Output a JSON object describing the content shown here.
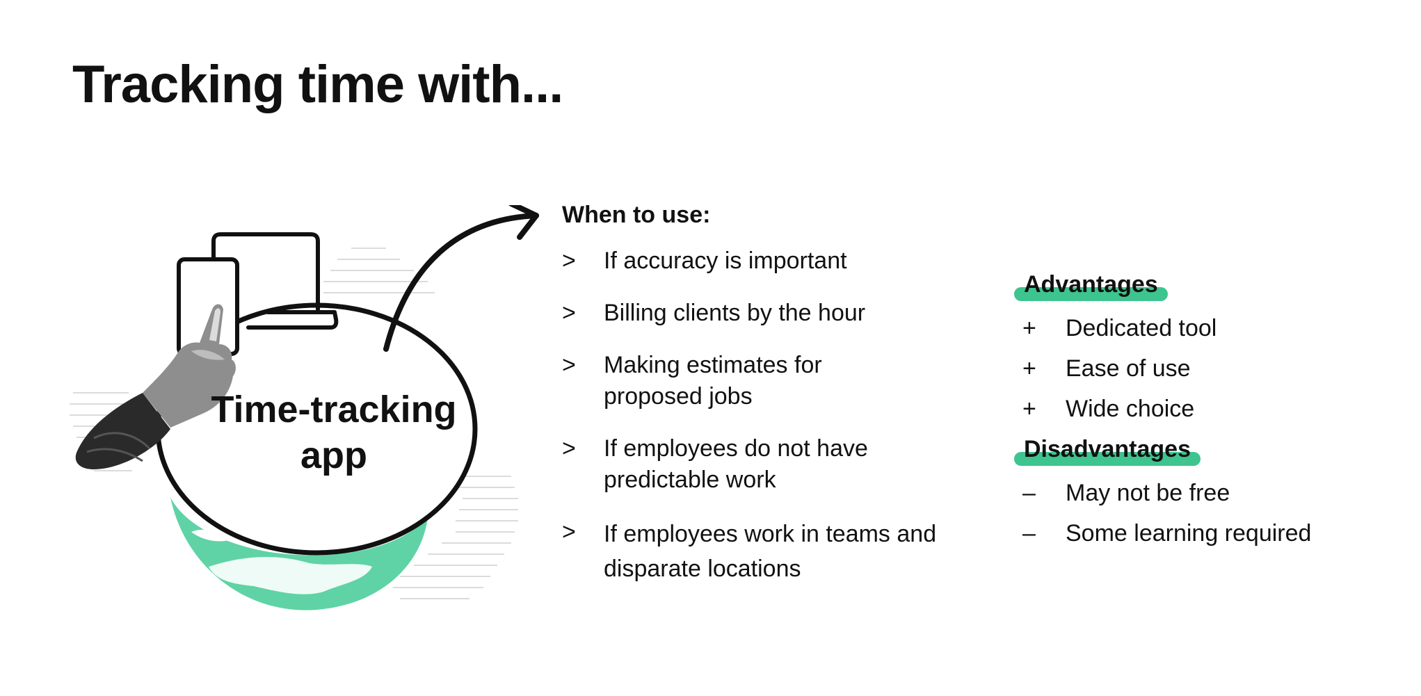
{
  "title": "Tracking time with...",
  "illustration": {
    "bubble_line1": "Time-tracking",
    "bubble_line2": "app",
    "icons": [
      "laptop-icon",
      "smartphone-icon",
      "pointing-hand-icon",
      "arrow-icon"
    ],
    "accent_color": "#5fd3a5"
  },
  "when_to_use": {
    "heading": "When to use:",
    "marker": ">",
    "items": [
      "If accuracy is important",
      "Billing clients by the hour",
      "Making estimates for proposed jobs",
      "If employees do not have predictable work",
      "If employees work in teams and disparate locations"
    ]
  },
  "advantages": {
    "heading": "Advantages",
    "marker": "+",
    "items": [
      "Dedicated tool",
      "Ease of use",
      "Wide choice"
    ]
  },
  "disadvantages": {
    "heading": "Disadvantages",
    "marker": "–",
    "items": [
      "May not be free",
      "Some learning required"
    ]
  },
  "colors": {
    "highlight": "#3ec48e",
    "text": "#111111",
    "background": "#ffffff"
  }
}
